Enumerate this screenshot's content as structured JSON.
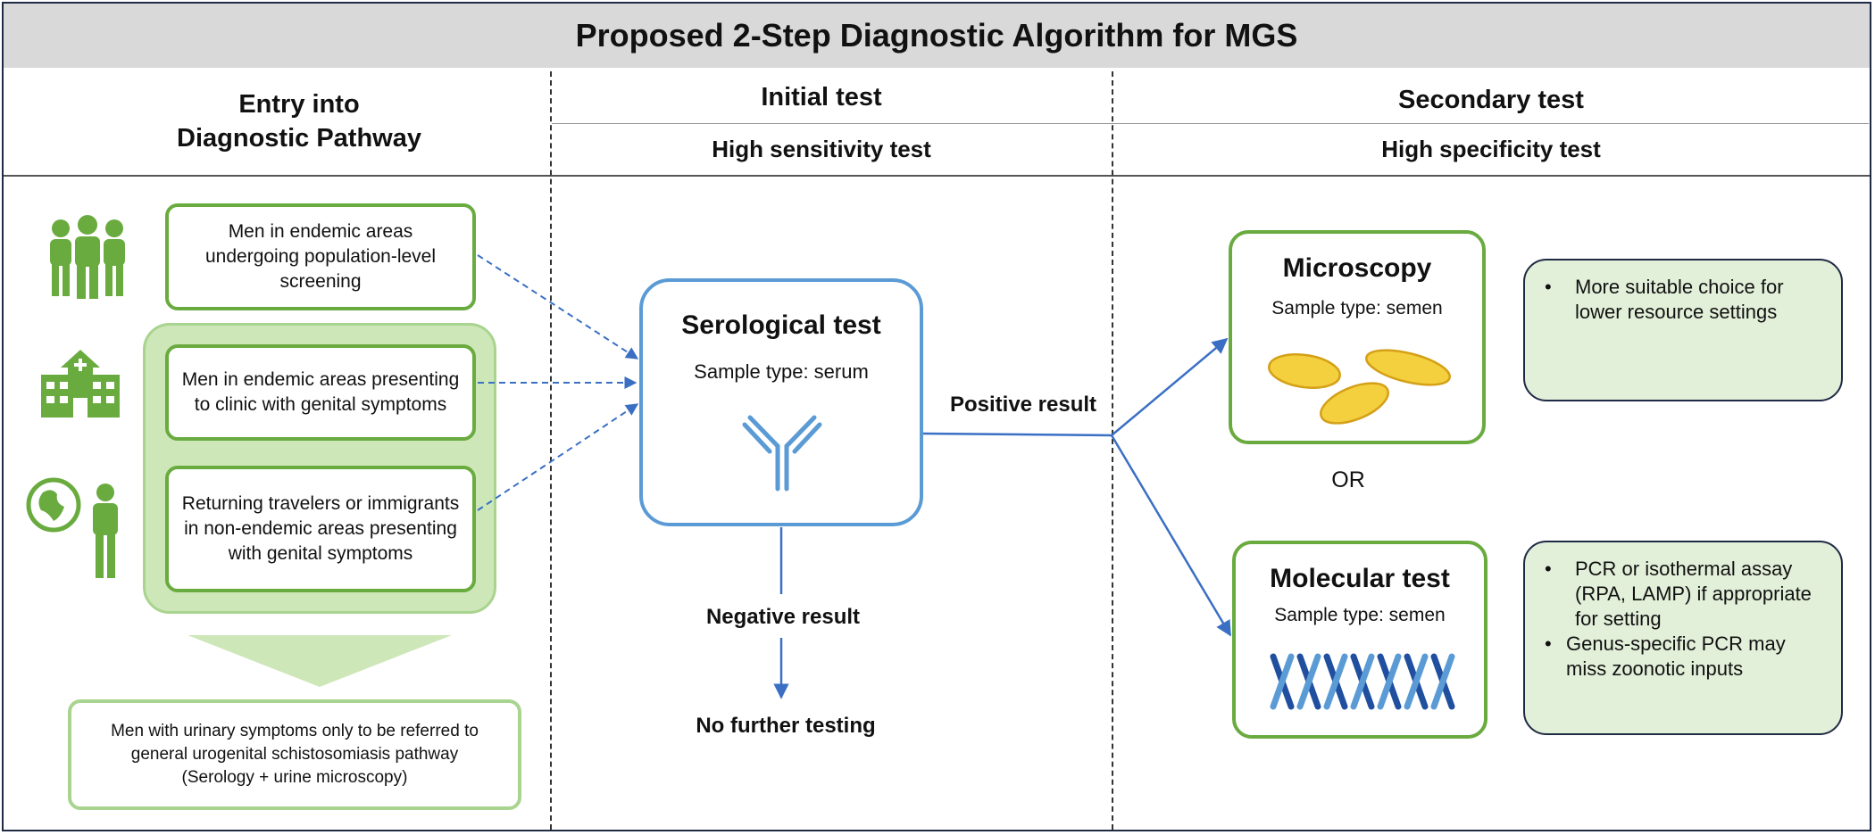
{
  "title": "Proposed 2-Step Diagnostic Algorithm for MGS",
  "columns": {
    "entry": {
      "label_line1": "Entry into",
      "label_line2": "Diagnostic Pathway"
    },
    "initial": {
      "label": "Initial test",
      "sublabel": "High sensitivity test"
    },
    "secondary": {
      "label": "Secondary test",
      "sublabel": "High specificity test"
    }
  },
  "entry_boxes": [
    {
      "text": "Men in endemic areas undergoing population-level screening",
      "icon": "people-group-icon"
    },
    {
      "text": "Men in endemic areas presenting to clinic with genital symptoms",
      "icon": "hospital-icon"
    },
    {
      "text": "Returning travelers or immigrants in non-endemic areas presenting with genital symptoms",
      "icon": "globe-person-icon"
    }
  ],
  "referral_box": {
    "line1": "Men with urinary symptoms only to be referred to",
    "line2": "general urogenital schistosomiasis pathway",
    "line3": "(Serology + urine microscopy)"
  },
  "serological": {
    "title": "Serological test",
    "sample": "Sample type: serum",
    "icon": "antibody-icon"
  },
  "positive_result": "Positive result",
  "negative_result": "Negative result",
  "no_further": "No further testing",
  "or_label": "OR",
  "microscopy": {
    "title": "Microscopy",
    "sample": "Sample type: semen",
    "icon": "egg-icon",
    "notes": [
      "More suitable choice for lower resource settings"
    ]
  },
  "molecular": {
    "title": "Molecular test",
    "sample": "Sample type: semen",
    "icon": "dna-icon",
    "notes": [
      "PCR or isothermal assay (RPA, LAMP) if appropriate for setting",
      "Genus-specific PCR may miss zoonotic inputs"
    ]
  },
  "colors": {
    "green_border": "#6aab3f",
    "light_green_border": "#a9d48f",
    "panel_fill": "#cde7b9",
    "note_fill": "#e2efd9",
    "blue": "#5b9bd5",
    "arrow_blue": "#3a6fc4",
    "title_bar": "#d9d9d9"
  }
}
